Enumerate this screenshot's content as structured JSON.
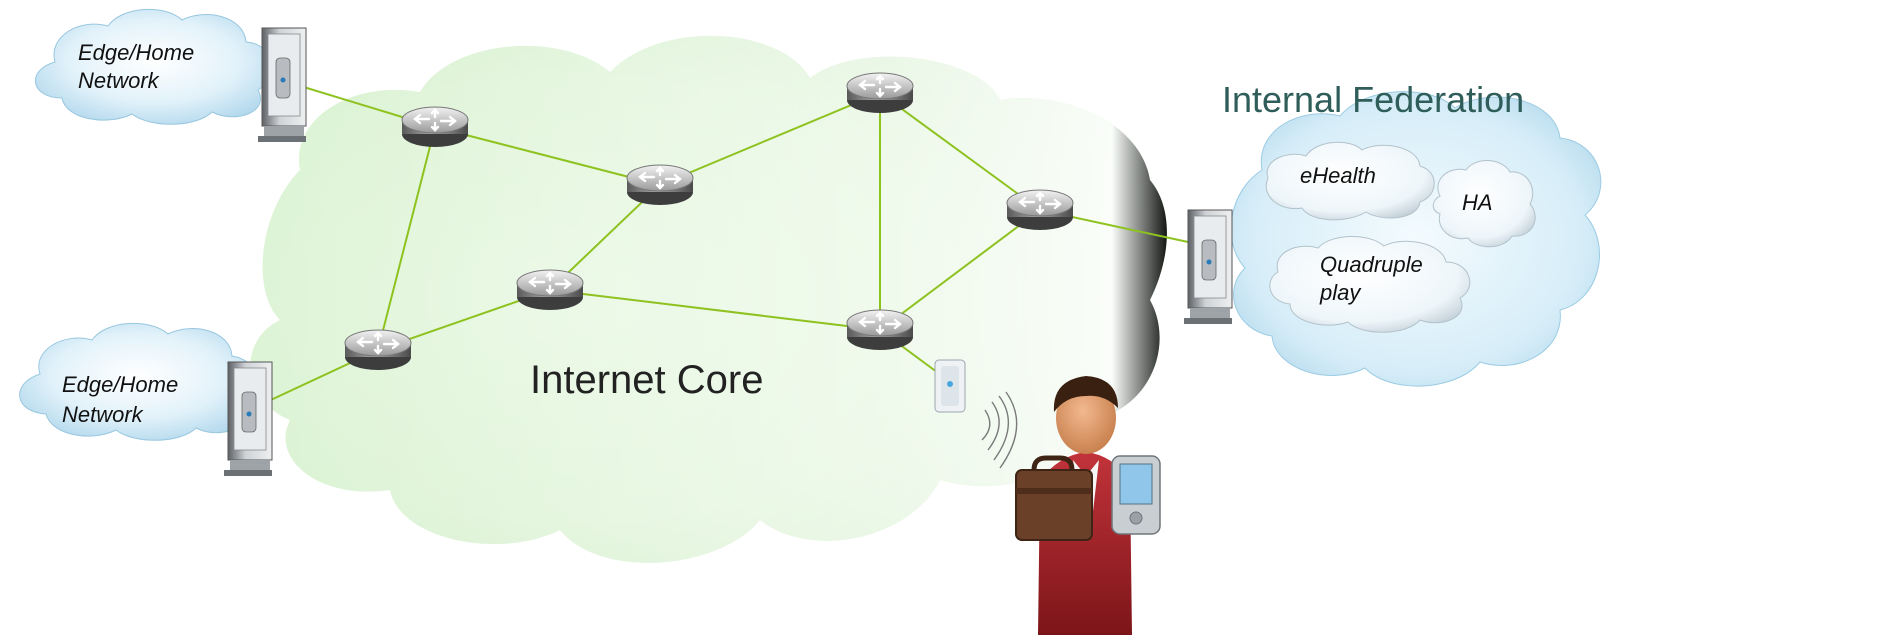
{
  "labels": {
    "edge_top_line1": "Edge/Home",
    "edge_top_line2": "Network",
    "edge_bottom_line1": "Edge/Home",
    "edge_bottom_line2": "Network",
    "internet_core": "Internet Core",
    "internal_federation": "Internal Federation",
    "ehealth": "eHealth",
    "ha": "HA",
    "quadruple_line1": "Quadruple",
    "quadruple_line2": "play"
  },
  "colors": {
    "link": "#8dc21f",
    "core_cloud": "#dff4d8",
    "edge_cloud": "#cfe9f6",
    "federation_title": "#2f5d5a"
  },
  "icons": [
    "router-icon",
    "desktop-computer-icon",
    "wireless-access-point-icon",
    "mobile-user-icon",
    "briefcase-icon",
    "pda-icon",
    "wifi-waves-icon"
  ]
}
